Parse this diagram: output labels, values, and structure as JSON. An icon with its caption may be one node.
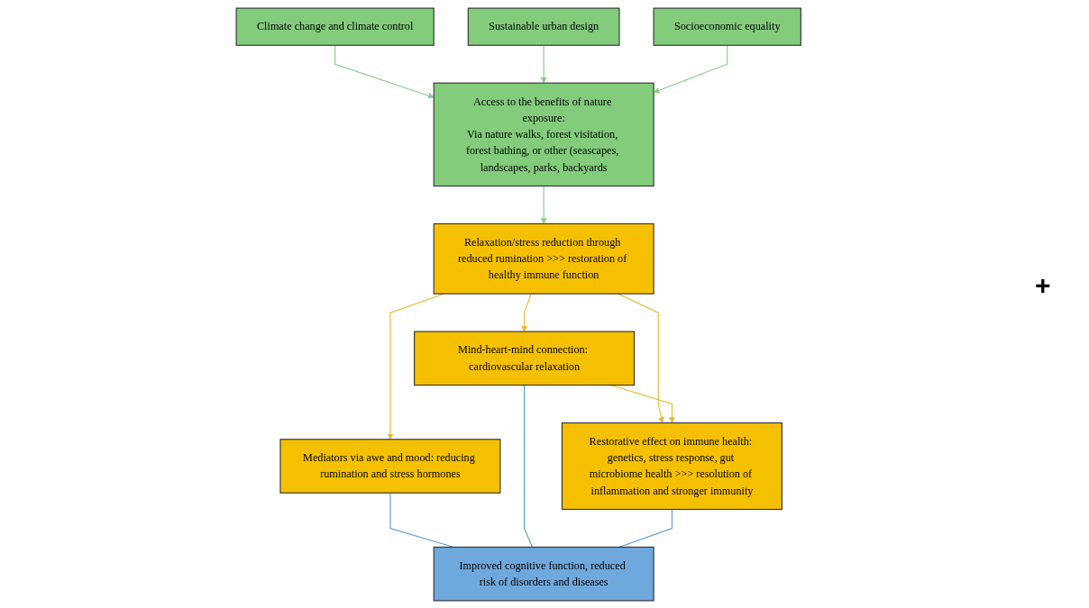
{
  "diagram": {
    "nodes": [
      {
        "text": [
          "Climate change and climate control"
        ]
      },
      {
        "text": [
          "Sustainable urban design"
        ]
      },
      {
        "text": [
          "Socioeconomic equality"
        ]
      },
      {
        "text": [
          "Access to the benefits of nature exposure:",
          "Via nature walks, forest visitation, forest bathing, or other (seascapes, landscapes, parks, backyards"
        ]
      },
      {
        "text": [
          "Relaxation/stress reduction through reduced rumination >>> restoration of healthy immune function"
        ]
      },
      {
        "text": [
          "Mediators via awe and mood: reducing rumination and stress hormones"
        ]
      },
      {
        "text": [
          "Mind-heart-mind connection: cardiovascular relaxation"
        ]
      },
      {
        "text": [
          "Restorative effect on immune health: genetics, stress response, gut microbiome health >>> resolution of inflammation and stronger immunity"
        ]
      },
      {
        "text": [
          "Improved cognitive function, reduced risk of disorders and diseases"
        ]
      }
    ],
    "edges": [
      {
        "from": 0,
        "to": 3,
        "arrow": "to",
        "color": "#8cc98c"
      },
      {
        "from": 1,
        "to": 3,
        "arrow": "to",
        "color": "#8cc98c"
      },
      {
        "from": 2,
        "to": 3,
        "arrow": "to",
        "color": "#8cc98c"
      },
      {
        "from": 3,
        "to": 4,
        "arrow": "to",
        "color": "#8cc98c"
      },
      {
        "from": 4,
        "to": 5,
        "arrow": "to",
        "color": "#e8b830"
      },
      {
        "from": 4,
        "to": 6,
        "arrow": "to",
        "color": "#e8b830"
      },
      {
        "from": 4,
        "to": 7,
        "arrow": "to",
        "color": "#e8b830"
      },
      {
        "from": 6,
        "to": 7,
        "arrow": "to",
        "color": "#e8b830"
      },
      {
        "from": 5,
        "to": 8,
        "arrow": "none",
        "color": "#5b9bd5"
      },
      {
        "from": 6,
        "to": 8,
        "arrow": "none",
        "color": "#5b9bd5"
      },
      {
        "from": 7,
        "to": 8,
        "arrow": "none",
        "color": "#5b9bd5"
      }
    ],
    "labels": [
      "+"
    ]
  }
}
